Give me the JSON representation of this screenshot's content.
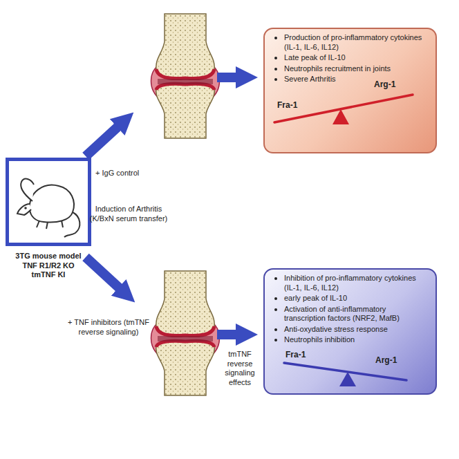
{
  "diagram": {
    "nodes": [
      {
        "text": [
          "3TG mouse model TNF R1/R2 KO tmTNF KI"
        ]
      },
      {
        "text": [
          "Production of pro-inflammatory cytokines (IL-1, IL-6, IL12)",
          "Late peak of IL-10",
          "Neutrophils recruitment in joints",
          "Severe Arthritis",
          "Fra-1",
          "Arg-1"
        ]
      },
      {
        "text": [
          "Inhibition of pro-inflammatory cytokines (IL-1, IL-6, IL12)",
          "early peak of IL-10",
          "Activation of anti-inflammatory transcription factors (NRF2, MafB)",
          "Anti-oxydative stress response",
          "Neutrophils inhibition",
          "Fra-1",
          "Arg-1"
        ]
      }
    ],
    "labels": [
      "+ IgG control",
      "Induction of Arthritis (K/BxN serum transfer)",
      "+ TNF inhibitors (tmTNF reverse signaling)",
      "tmTNF reverse signaling effects"
    ]
  }
}
